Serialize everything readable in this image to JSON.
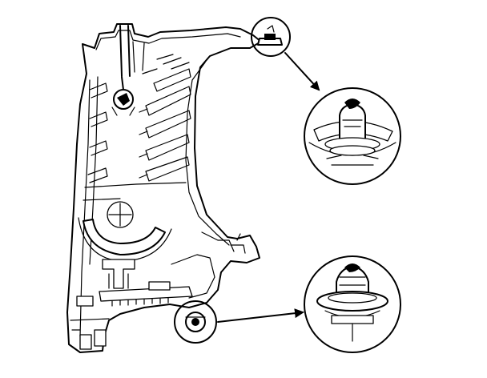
{
  "figure": {
    "background": "#ffffff",
    "line_color": "#000000",
    "description_visible_text": ""
  },
  "callouts": [
    {
      "id": "upper",
      "target": "upper-mounting-clip",
      "detail": "detail-circle-upper"
    },
    {
      "id": "lower",
      "target": "lower-mounting-clip",
      "detail": "detail-circle-lower"
    }
  ]
}
